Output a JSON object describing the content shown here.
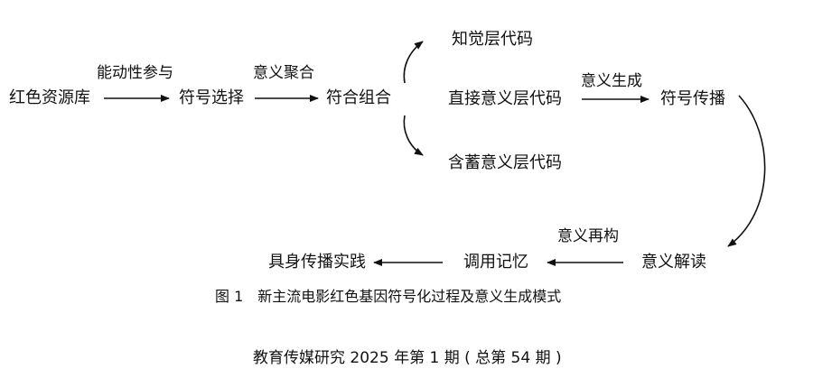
{
  "diagram": {
    "nodes": {
      "red_gene_library": "红色资源库",
      "symbol_selection": "符号选择",
      "symbol_combination": "符合组合",
      "perceptual_layer": "知觉层代码",
      "denotative_layer": "直接意义层代码",
      "connotative_layer": "含蓄意义层代码",
      "symbol_dissemination": "符号传播",
      "meaning_decoding": "意义解读",
      "memory_invocation": "调用记忆",
      "practice": "具身传播实践"
    },
    "edge_labels": {
      "active_participation": "能动性参与",
      "meaning_aggregation": "意义聚合",
      "meaning_generation": "意义生成",
      "meaning_reconstruction": "意义再构"
    }
  },
  "caption": "图 1　新主流电影红色基因符号化过程及意义生成模式",
  "footer": "教育传媒研究 2025 年第 1 期 ( 总第 54 期 )",
  "colors": {
    "ink": "#111111",
    "background": "#ffffff"
  }
}
